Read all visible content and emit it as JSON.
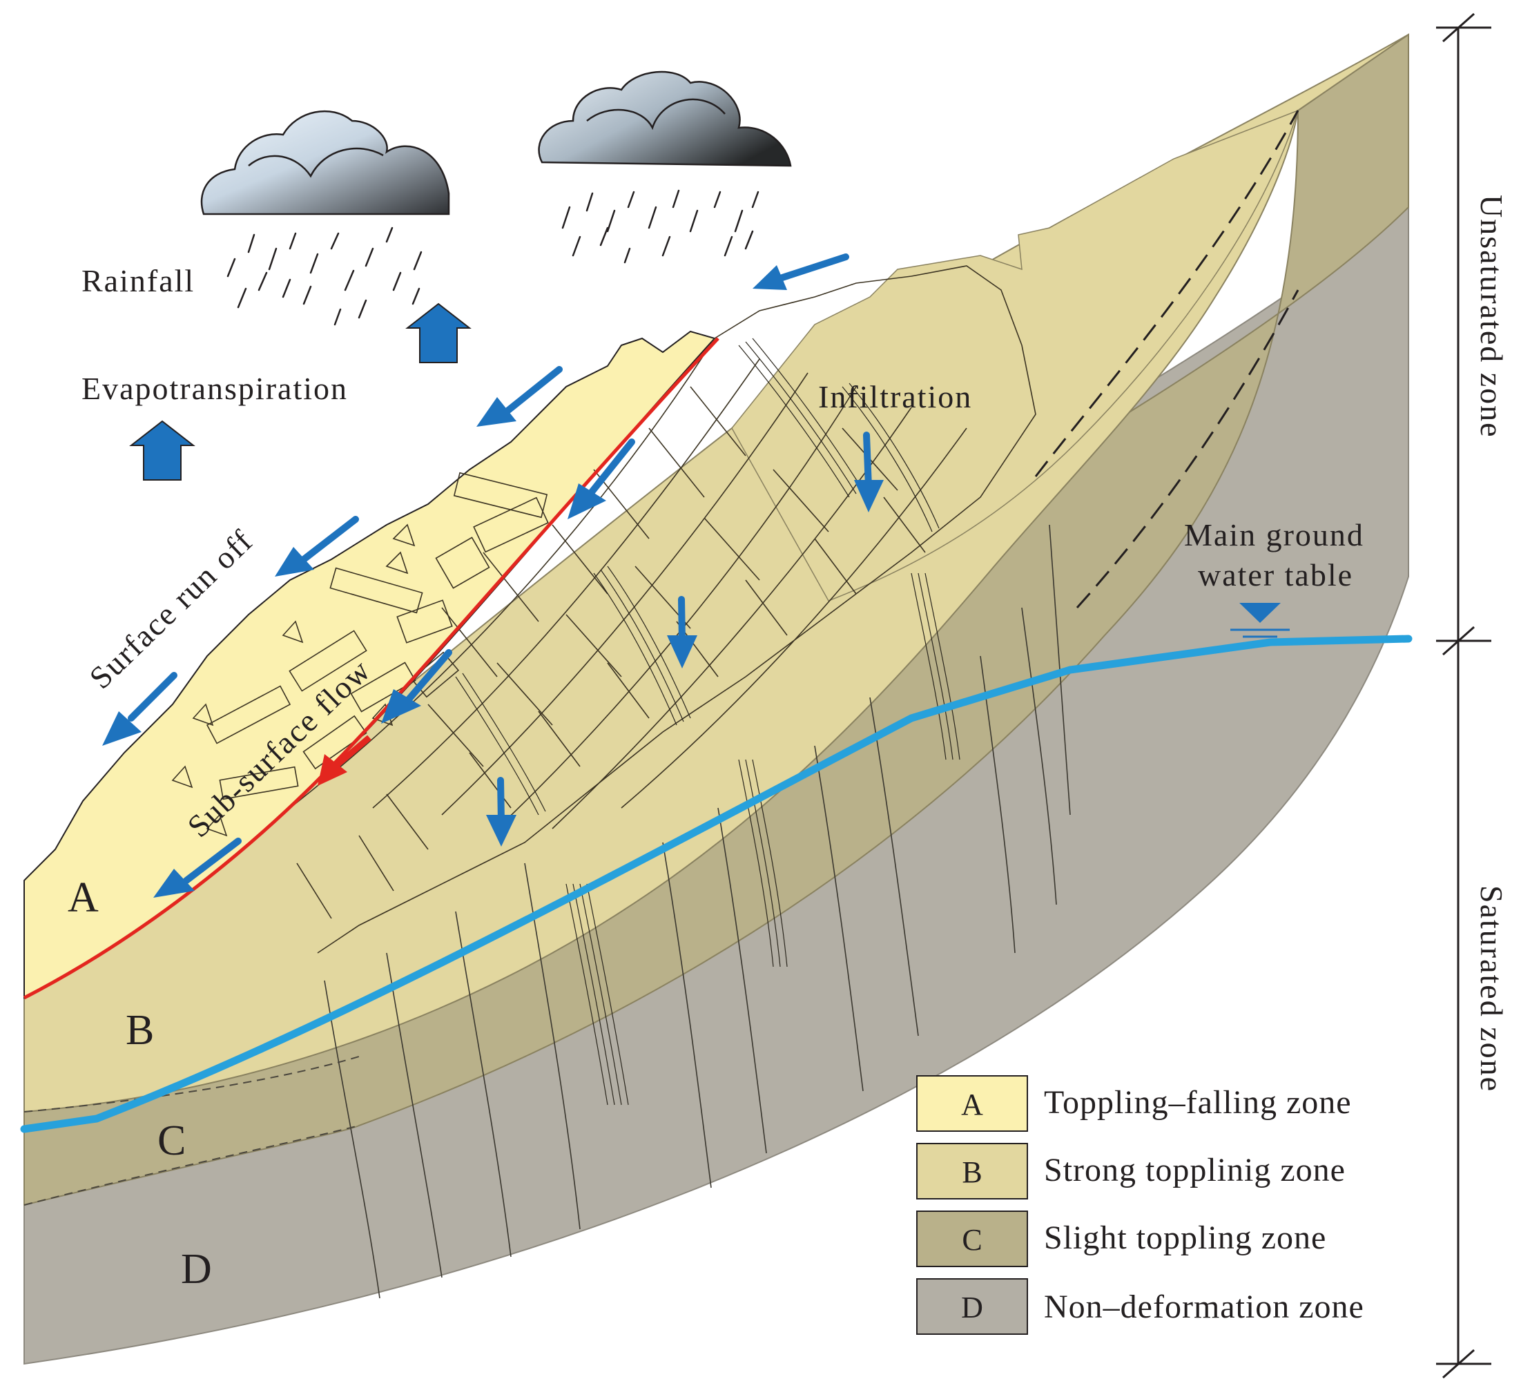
{
  "labels": {
    "rainfall": "Rainfall",
    "evapotranspiration": "Evapotranspiration",
    "surface_run_off": "Surface run off",
    "sub_surface_flow": "Sub-surface flow",
    "infiltration": "Infiltration",
    "main_ground_water_table_line1": "Main ground",
    "main_ground_water_table_line2": "water table",
    "unsaturated_zone": "Unsaturated zone",
    "saturated_zone": "Saturated zone",
    "zone_a": "A",
    "zone_b": "B",
    "zone_c": "C",
    "zone_d": "D"
  },
  "legend": [
    {
      "key": "A",
      "label": "Toppling–falling zone",
      "color": "#fbf1b0"
    },
    {
      "key": "B",
      "label": "Strong topplinig zone",
      "color": "#e2d79f"
    },
    {
      "key": "C",
      "label": "Slight toppling zone",
      "color": "#b9b18a"
    },
    {
      "key": "D",
      "label": "Non–deformation zone",
      "color": "#b3afa5"
    }
  ],
  "colors": {
    "zone_a": "#fbf1b0",
    "zone_b": "#e2d79f",
    "zone_c": "#b9b18a",
    "zone_d": "#b3afa5",
    "water_table": "#27a1dc",
    "flow_arrow": "#1e73be",
    "slip_surface": "#e3261f"
  },
  "icons": [
    "cloud-icon",
    "rain-icon",
    "evaporation-arrow-icon",
    "flow-arrow-icon",
    "water-table-symbol-icon"
  ]
}
